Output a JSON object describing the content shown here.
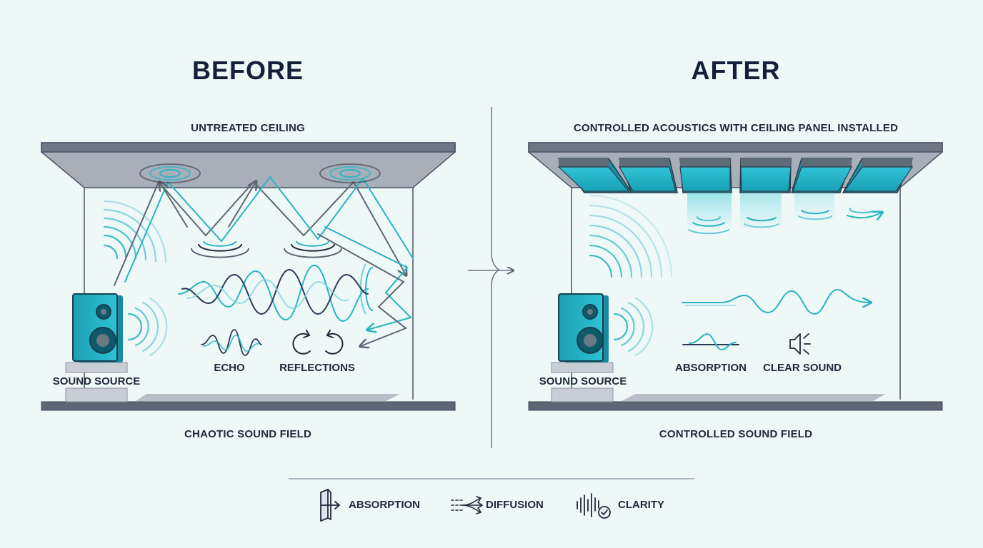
{
  "before": {
    "heading": "BEFORE",
    "top_caption": "UNTREATED CEILING",
    "bottom_caption": "CHAOTIC SOUND FIELD",
    "source_label": "SOUND SOURCE",
    "echo_label": "ECHO",
    "reflections_label": "REFLECTIONS"
  },
  "after": {
    "heading": "AFTER",
    "top_caption": "CONTROLLED ACOUSTICS WITH CEILING PANEL INSTALLED",
    "bottom_caption": "CONTROLLED SOUND FIELD",
    "source_label": "SOUND SOURCE",
    "absorption_label": "ABSORPTION",
    "clear_label": "CLEAR SOUND"
  },
  "legend": {
    "items": [
      {
        "label": "ABSORPTION",
        "icon": "absorption-icon"
      },
      {
        "label": "DIFFUSION",
        "icon": "diffusion-icon"
      },
      {
        "label": "CLARITY",
        "icon": "clarity-icon"
      }
    ]
  },
  "colors": {
    "background": "#eef8f7",
    "ceiling": "#6f7785",
    "ceiling_dark": "#4c5566",
    "panel": "#1fb3c8",
    "wave_teal": "#2ab3c6",
    "arrow_gray": "#6b7280",
    "text_dark": "#13203a"
  }
}
